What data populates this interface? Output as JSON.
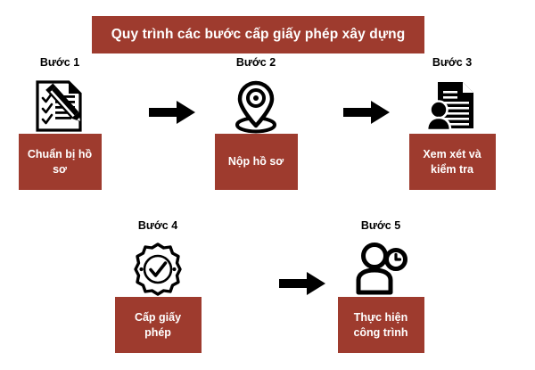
{
  "title": {
    "text": "Quy trình các bước cấp giấy phép xây dựng"
  },
  "colors": {
    "brand_red": "#9e3b2e",
    "text_on_red": "#ffffff",
    "icon_black": "#000000",
    "background": "#ffffff"
  },
  "steps": [
    {
      "label": "Bước 1",
      "icon": "checklist-document-pencil-icon",
      "box_text": "Chuẩn bị hồ\nsơ"
    },
    {
      "label": "Bước 2",
      "icon": "location-pin-icon",
      "box_text": "Nộp hồ sơ"
    },
    {
      "label": "Bước 3",
      "icon": "document-review-person-icon",
      "box_text": "Xem xét và\nkiểm tra"
    },
    {
      "label": "Bước 4",
      "icon": "certificate-seal-check-icon",
      "box_text": "Cấp giấy\nphép"
    },
    {
      "label": "Bước 5",
      "icon": "person-clock-icon",
      "box_text": "Thực hiện\ncông trình"
    }
  ],
  "arrows": [
    {
      "name": "arrow-step1-to-step2",
      "direction": "right"
    },
    {
      "name": "arrow-step2-to-step3",
      "direction": "right"
    },
    {
      "name": "arrow-step4-to-step5",
      "direction": "right"
    }
  ]
}
